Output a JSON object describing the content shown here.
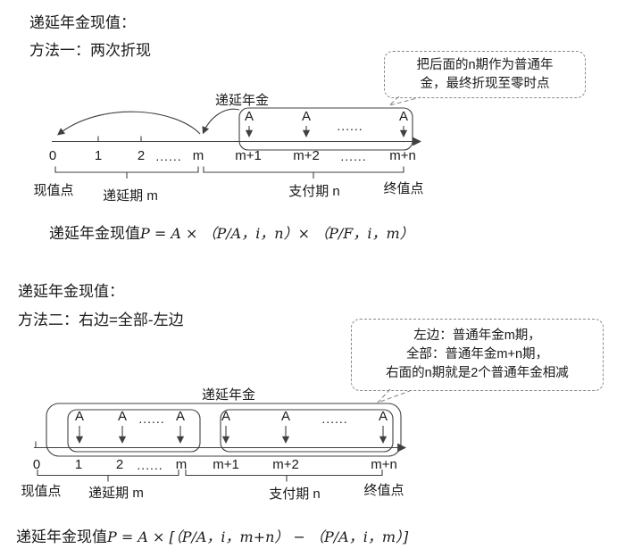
{
  "colors": {
    "text": "#1a1a1a",
    "line": "#404040",
    "callout_border": "#8a8a8a",
    "background": "#ffffff"
  },
  "section1": {
    "title": "递延年金现值：",
    "method": "方法一：两次折现",
    "callout": {
      "line1": "把后面的n期作为普通年",
      "line2": "金，最终折现至零时点"
    },
    "diagram": {
      "annuity_label": "递延年金",
      "payment": "A",
      "dots": "......",
      "ticks": {
        "t0": "0",
        "t1": "1",
        "t2": "2",
        "dots1": "......",
        "tm": "m",
        "tm1": "m+1",
        "tm2": "m+2",
        "dots2": "......",
        "tmn": "m+n"
      },
      "pv_label": "现值点",
      "defer_label": "递延期 m",
      "pay_label": "支付期 n",
      "fv_label": "终值点"
    },
    "formula": {
      "label": "递延年金现值",
      "math": "P = A × （P/A，i，n）× （P/F，i，m）"
    }
  },
  "section2": {
    "title": "递延年金现值：",
    "method": "方法二：右边=全部-左边",
    "callout": {
      "line1": "左边：普通年金m期，",
      "line2": "全部：普通年金m+n期，",
      "line3": "右面的n期就是2个普通年金相减"
    },
    "diagram": {
      "annuity_label": "递延年金",
      "payment": "A",
      "dots": "......",
      "ticks": {
        "t0": "0",
        "t1": "1",
        "t2": "2",
        "dots1": "......",
        "tm": "m",
        "tm1": "m+1",
        "tm2": "m+2",
        "tmn": "m+n"
      },
      "pv_label": "现值点",
      "defer_label": "递延期 m",
      "pay_label": "支付期 n",
      "fv_label": "终值点"
    },
    "formula": {
      "label": "递延年金现值",
      "math": "P = A × [（P/A，i，m+n） − （P/A，i，m）]"
    }
  }
}
